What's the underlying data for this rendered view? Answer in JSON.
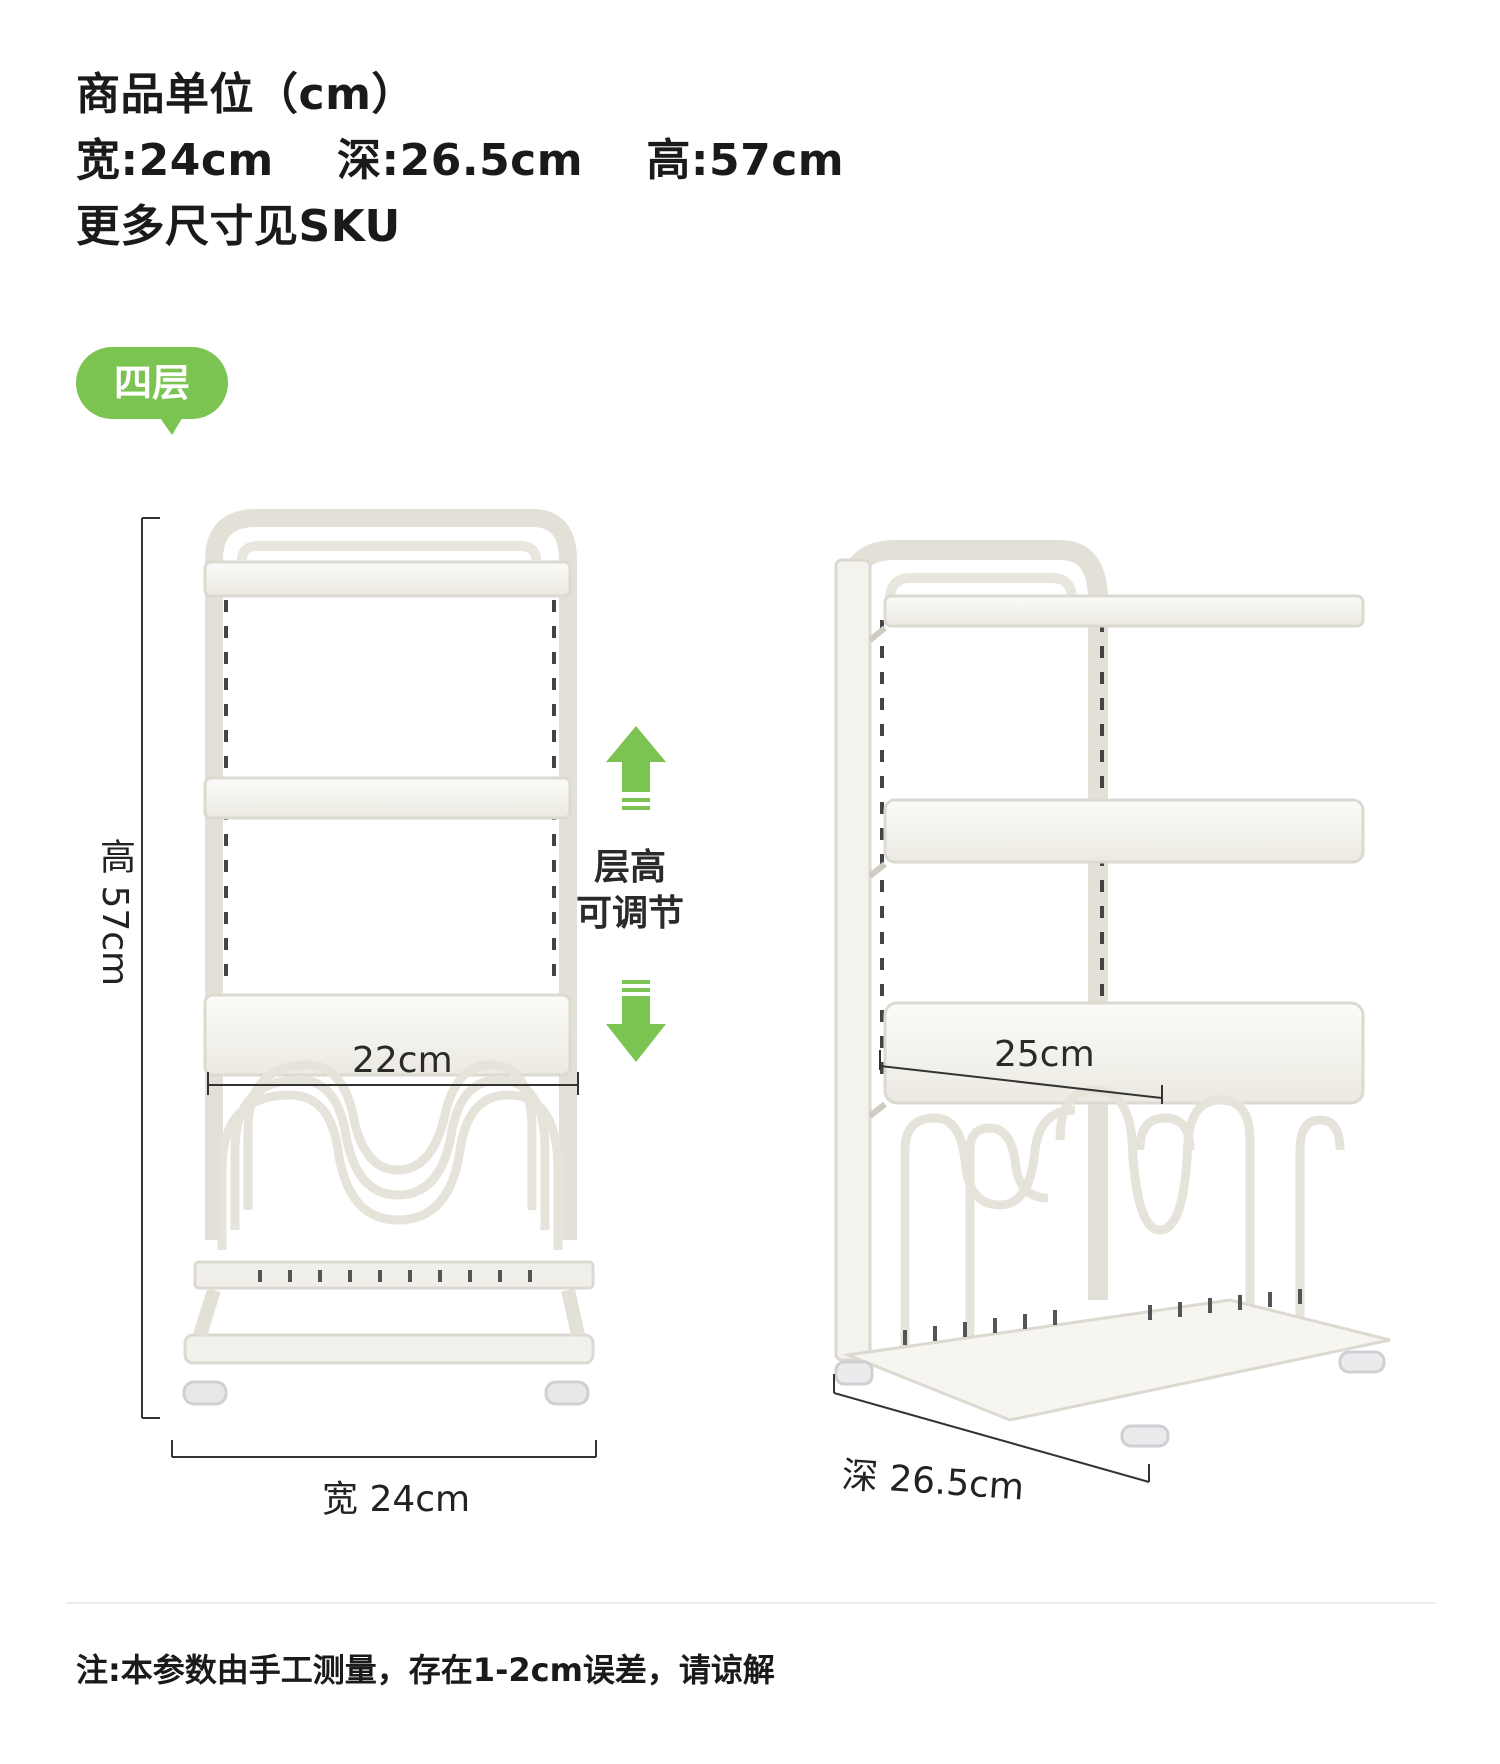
{
  "header": {
    "unit_line": "商品单位（cm）",
    "dims_line": "宽:24cm    深:26.5cm    高:57cm",
    "sku_line": "更多尺寸见SKU"
  },
  "badge": {
    "label": "四层",
    "color": "#7cc451"
  },
  "front_view": {
    "height_label": "高 57cm",
    "width_label": "宽 24cm",
    "shelf_width_label": "22cm"
  },
  "adjust": {
    "label_line1": "层高",
    "label_line2": "可调节",
    "arrow_color": "#7cc451"
  },
  "side_view": {
    "depth_label": "深 26.5cm",
    "shelf_depth_label": "25cm"
  },
  "footnote": "注:本参数由手工测量，存在1-2cm误差，请谅解",
  "colors": {
    "rack_fill": "#f4f3ee",
    "rack_stroke": "#d9d7cc",
    "dim_line": "#333333"
  }
}
